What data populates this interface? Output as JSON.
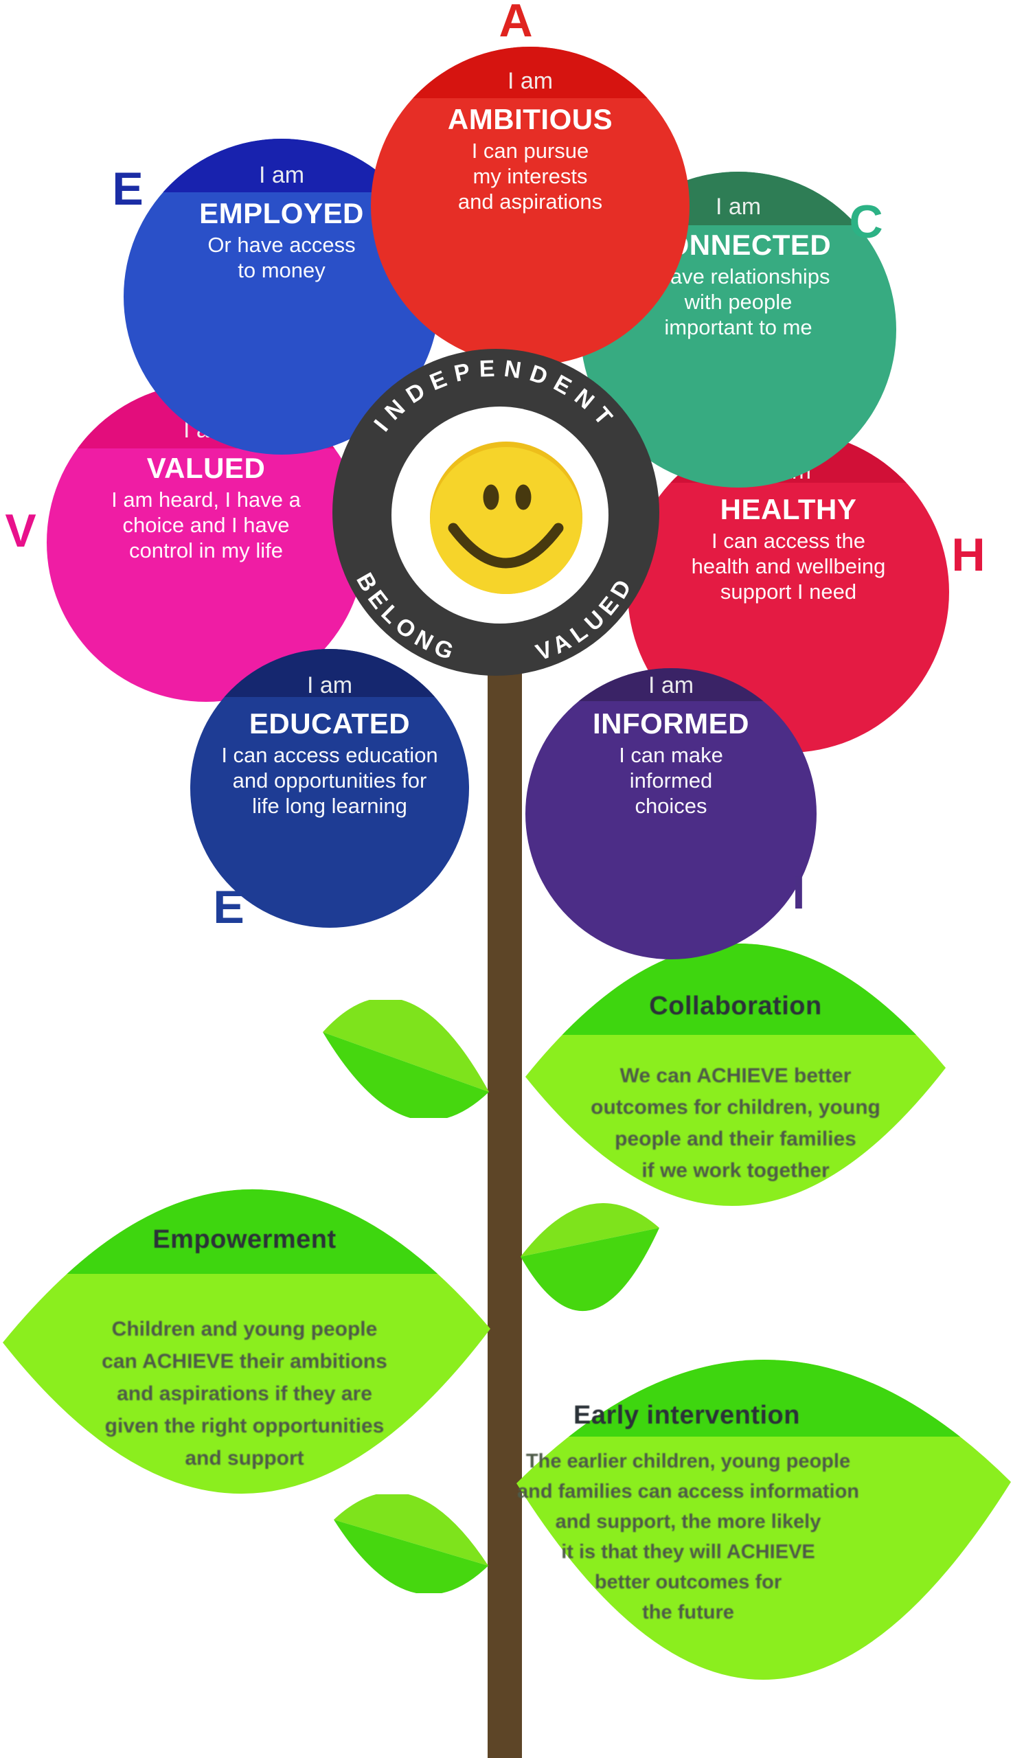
{
  "petals": [
    {
      "id": "ambitious",
      "letter": "A",
      "iam": "I am",
      "name": "AMBITIOUS",
      "desc": [
        "I can pursue",
        "my interests",
        "and aspirations"
      ],
      "main_color": "#e62e26",
      "band_color": "#d61410",
      "letter_color": "#e02420"
    },
    {
      "id": "employed",
      "letter": "E",
      "iam": "I am",
      "name": "EMPLOYED",
      "desc": [
        "Or have access",
        "to money"
      ],
      "main_color": "#2a50c8",
      "band_color": "#1822ae",
      "letter_color": "#1b2da5"
    },
    {
      "id": "connected",
      "letter": "C",
      "iam": "I am",
      "name": "CONNECTED",
      "desc": [
        "I have relationships",
        "with people",
        "important to me"
      ],
      "main_color": "#37ab81",
      "band_color": "#2e7d55",
      "letter_color": "#2cb285"
    },
    {
      "id": "valued",
      "letter": "V",
      "iam": "I am",
      "name": "VALUED",
      "desc": [
        "I am heard, I have a",
        "choice and I have",
        "control in my life"
      ],
      "main_color": "#ef1da4",
      "band_color": "#e30d7c",
      "letter_color": "#e8118b"
    },
    {
      "id": "healthy",
      "letter": "H",
      "iam": "I am",
      "name": "HEALTHY",
      "desc": [
        "I can access the",
        "health and wellbeing",
        "support I need"
      ],
      "main_color": "#e41b43",
      "band_color": "#d11037",
      "letter_color": "#e4173f"
    },
    {
      "id": "educated",
      "letter": "E",
      "iam": "I am",
      "name": "EDUCATED",
      "desc": [
        "I can access education",
        "and opportunities for",
        "life long learning"
      ],
      "main_color": "#1e3c94",
      "band_color": "#15276f",
      "letter_color": "#1e3e99"
    },
    {
      "id": "informed",
      "letter": "I",
      "iam": "I am",
      "name": "INFORMED",
      "desc": [
        "I can make",
        "informed",
        "choices"
      ],
      "main_color": "#4c2d87",
      "band_color": "#3a2366",
      "letter_color": "#4b2e85"
    }
  ],
  "center": {
    "ring_words": {
      "top": "INDEPENDENT",
      "bottom_left": "BELONG",
      "bottom_right": "VALUED"
    },
    "face_icon": "smiley-face-icon",
    "colors": {
      "ring": "#3a3a3a",
      "inner": "#ffffff",
      "face": "#f6d42a",
      "features": "#47390f"
    }
  },
  "leaves": [
    {
      "id": "collaboration",
      "title": "Collaboration",
      "body": [
        "We can ACHIEVE better",
        "outcomes for children, young",
        "people and their families",
        "if we work together"
      ]
    },
    {
      "id": "empowerment",
      "title": "Empowerment",
      "body": [
        "Children and young people",
        "can ACHIEVE their ambitions",
        "and aspirations if they are",
        "given the right opportunities",
        "and support"
      ]
    },
    {
      "id": "early-intervention",
      "title": "Early intervention",
      "body": [
        "The earlier children, young people",
        "and families can access information",
        "and support, the more likely",
        "it is that they will ACHIEVE",
        "better outcomes for",
        "the future"
      ]
    }
  ],
  "plant": {
    "stem_color": "#5d4527",
    "leaf_dark": "#3ed60f",
    "leaf_light": "#8bee1e",
    "small_leaf_light": "#7ee31c",
    "small_leaf_dark": "#46d70f"
  }
}
